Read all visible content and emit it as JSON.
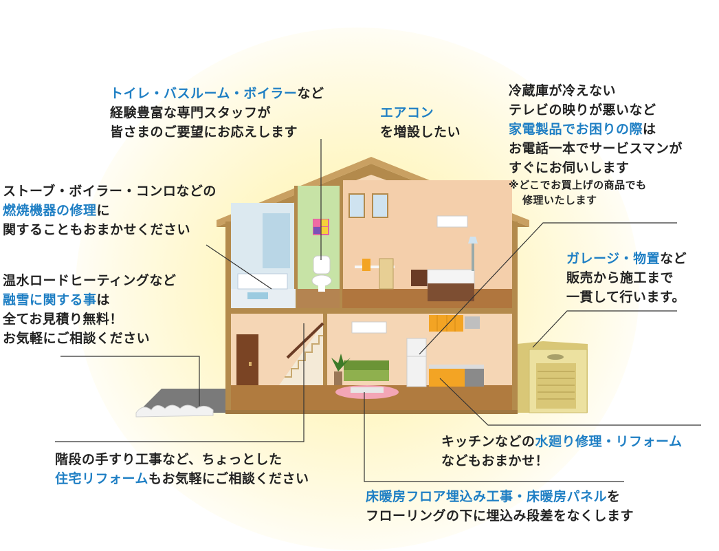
{
  "captions": {
    "toilet": {
      "hl": "トイレ・バスルーム・ボイラー",
      "rest": "など",
      "l2": "経験豊富な専門スタッフが",
      "l3": "皆さまのご要望にお応えします"
    },
    "aircon": {
      "hl": "エアコン",
      "l2": "を増設したい"
    },
    "appliance": {
      "l1": "冷蔵庫が冷えない",
      "l2": "テレビの映りが悪いなど",
      "hl": "家電製品でお困りの際",
      "rest": "は",
      "l4": "お電話一本でサービスマンが",
      "l5": "すぐにお伺いします",
      "note1": "※どこでお買上げの商品でも",
      "note2": "修理いたします"
    },
    "stove": {
      "l1": "ストーブ・ボイラー・コンロなどの",
      "hl": "燃焼機器の修理",
      "rest": "に",
      "l3": "関することもおまかせください"
    },
    "snow": {
      "l1": "温水ロードヒーティングなど",
      "hl": "融雪に関する事",
      "rest": "は",
      "l3": "全てお見積り無料！",
      "l4": "お気軽にご相談ください"
    },
    "garage": {
      "hl": "ガレージ・物置",
      "rest": "など",
      "l2": "販売から施工まで",
      "l3": "一貫して行います。"
    },
    "kitchen": {
      "pre": "キッチンなどの",
      "hl": "水廻り修理・リフォーム",
      "l2": "などもおまかせ！"
    },
    "stairs": {
      "l1": "階段の手すり工事など、ちょっとした",
      "hl": "住宅リフォーム",
      "rest": "もお気軽にご相談ください"
    },
    "floor": {
      "hl": "床暖房フロア埋込み工事・床暖房パネル",
      "rest": "を",
      "l2": "フローリングの下に埋込み段差をなくします"
    }
  },
  "colors": {
    "highlight": "#1f7fc4",
    "wall": "#c09a5b",
    "roof": "#b38a4c",
    "floor": "#a97a42",
    "garage": "#e6d98a"
  }
}
